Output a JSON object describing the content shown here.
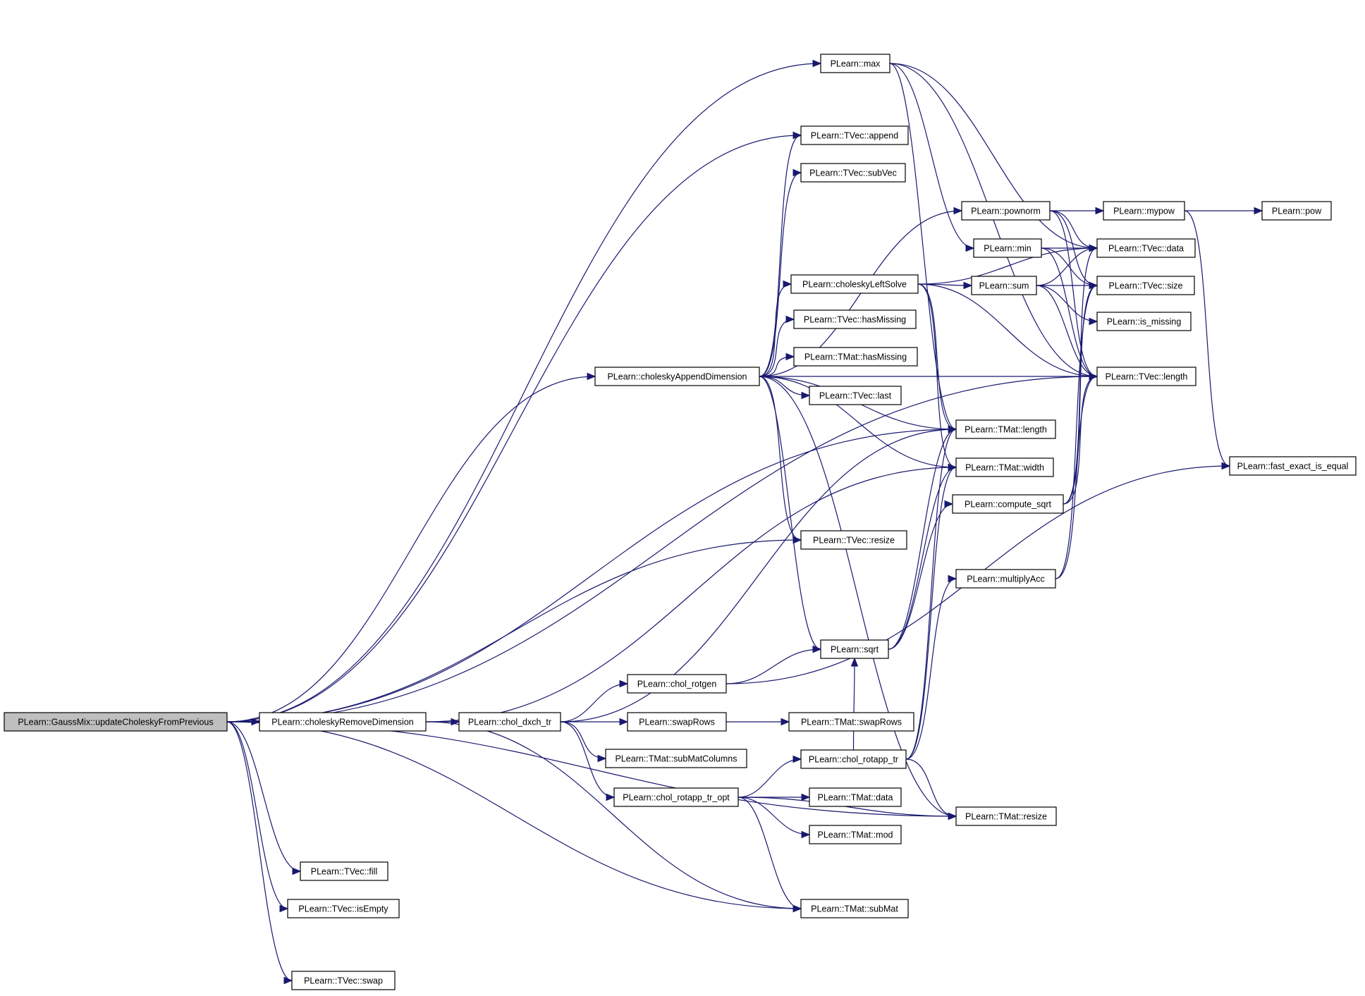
{
  "nodes": [
    {
      "id": "root",
      "label": "PLearn::GaussMix::updateCholeskyFromPrevious",
      "root": true
    },
    {
      "id": "max",
      "label": "PLearn::max"
    },
    {
      "id": "tvec_append",
      "label": "PLearn::TVec::append"
    },
    {
      "id": "tvec_subvec",
      "label": "PLearn::TVec::subVec"
    },
    {
      "id": "pownorm",
      "label": "PLearn::pownorm"
    },
    {
      "id": "mypow",
      "label": "PLearn::mypow"
    },
    {
      "id": "pow",
      "label": "PLearn::pow"
    },
    {
      "id": "min",
      "label": "PLearn::min"
    },
    {
      "id": "tvec_data",
      "label": "PLearn::TVec::data"
    },
    {
      "id": "chol_left_solve",
      "label": "PLearn::choleskyLeftSolve"
    },
    {
      "id": "sum",
      "label": "PLearn::sum"
    },
    {
      "id": "tvec_size",
      "label": "PLearn::TVec::size"
    },
    {
      "id": "tvec_hasmissing",
      "label": "PLearn::TVec::hasMissing"
    },
    {
      "id": "is_missing",
      "label": "PLearn::is_missing"
    },
    {
      "id": "tmat_hasmissing",
      "label": "PLearn::TMat::hasMissing"
    },
    {
      "id": "chol_append",
      "label": "PLearn::choleskyAppendDimension"
    },
    {
      "id": "tvec_length",
      "label": "PLearn::TVec::length"
    },
    {
      "id": "tvec_last",
      "label": "PLearn::TVec::last"
    },
    {
      "id": "tmat_length",
      "label": "PLearn::TMat::length"
    },
    {
      "id": "tmat_width",
      "label": "PLearn::TMat::width"
    },
    {
      "id": "fast_exact",
      "label": "PLearn::fast_exact_is_equal"
    },
    {
      "id": "compute_sqrt",
      "label": "PLearn::compute_sqrt"
    },
    {
      "id": "tvec_resize",
      "label": "PLearn::TVec::resize"
    },
    {
      "id": "multiplyacc",
      "label": "PLearn::multiplyAcc"
    },
    {
      "id": "sqrt",
      "label": "PLearn::sqrt"
    },
    {
      "id": "chol_rotgen",
      "label": "PLearn::chol_rotgen"
    },
    {
      "id": "chol_remove",
      "label": "PLearn::choleskyRemoveDimension"
    },
    {
      "id": "chol_dxch",
      "label": "PLearn::chol_dxch_tr"
    },
    {
      "id": "swaprows",
      "label": "PLearn::swapRows"
    },
    {
      "id": "tmat_swaprows",
      "label": "PLearn::TMat::swapRows"
    },
    {
      "id": "tmat_submatcols",
      "label": "PLearn::TMat::subMatColumns"
    },
    {
      "id": "chol_rotapp",
      "label": "PLearn::chol_rotapp_tr"
    },
    {
      "id": "chol_rotapp_opt",
      "label": "PLearn::chol_rotapp_tr_opt"
    },
    {
      "id": "tmat_data",
      "label": "PLearn::TMat::data"
    },
    {
      "id": "tmat_resize",
      "label": "PLearn::TMat::resize"
    },
    {
      "id": "tmat_mod",
      "label": "PLearn::TMat::mod"
    },
    {
      "id": "tvec_fill",
      "label": "PLearn::TVec::fill"
    },
    {
      "id": "tvec_isempty",
      "label": "PLearn::TVec::isEmpty"
    },
    {
      "id": "tmat_submat",
      "label": "PLearn::TMat::subMat"
    },
    {
      "id": "tvec_swap",
      "label": "PLearn::TVec::swap"
    }
  ],
  "edges": [
    [
      "root",
      "max"
    ],
    [
      "root",
      "tvec_length"
    ],
    [
      "root",
      "tvec_append"
    ],
    [
      "root",
      "chol_append"
    ],
    [
      "root",
      "tvec_resize"
    ],
    [
      "root",
      "tmat_length"
    ],
    [
      "root",
      "chol_remove"
    ],
    [
      "root",
      "tvec_fill"
    ],
    [
      "root",
      "tvec_isempty"
    ],
    [
      "root",
      "tmat_resize"
    ],
    [
      "root",
      "tvec_swap"
    ],
    [
      "root",
      "tmat_submat"
    ],
    [
      "max",
      "tvec_data"
    ],
    [
      "max",
      "min"
    ],
    [
      "max",
      "tmat_length"
    ],
    [
      "max",
      "tvec_length"
    ],
    [
      "chol_append",
      "tvec_append"
    ],
    [
      "chol_append",
      "tvec_subvec"
    ],
    [
      "chol_append",
      "pownorm"
    ],
    [
      "chol_append",
      "chol_left_solve"
    ],
    [
      "chol_append",
      "tvec_hasmissing"
    ],
    [
      "chol_append",
      "tmat_hasmissing"
    ],
    [
      "chol_append",
      "tvec_last"
    ],
    [
      "chol_append",
      "tmat_length"
    ],
    [
      "chol_append",
      "tmat_width"
    ],
    [
      "chol_append",
      "tvec_resize"
    ],
    [
      "chol_append",
      "sqrt"
    ],
    [
      "chol_append",
      "tmat_resize"
    ],
    [
      "chol_append",
      "tvec_length"
    ],
    [
      "pownorm",
      "mypow"
    ],
    [
      "pownorm",
      "tvec_data"
    ],
    [
      "pownorm",
      "tvec_size"
    ],
    [
      "pownorm",
      "tvec_length"
    ],
    [
      "mypow",
      "pow"
    ],
    [
      "mypow",
      "fast_exact"
    ],
    [
      "min",
      "tvec_data"
    ],
    [
      "min",
      "tvec_size"
    ],
    [
      "min",
      "tvec_length"
    ],
    [
      "chol_left_solve",
      "sum"
    ],
    [
      "chol_left_solve",
      "tvec_data"
    ],
    [
      "chol_left_solve",
      "tmat_length"
    ],
    [
      "chol_left_solve",
      "tmat_width"
    ],
    [
      "chol_left_solve",
      "tvec_length"
    ],
    [
      "sum",
      "tvec_data"
    ],
    [
      "sum",
      "tvec_size"
    ],
    [
      "sum",
      "is_missing"
    ],
    [
      "sum",
      "tvec_length"
    ],
    [
      "compute_sqrt",
      "tvec_data"
    ],
    [
      "compute_sqrt",
      "tvec_size"
    ],
    [
      "compute_sqrt",
      "tvec_length"
    ],
    [
      "multiplyacc",
      "tvec_size"
    ],
    [
      "multiplyacc",
      "tvec_length"
    ],
    [
      "sqrt",
      "compute_sqrt"
    ],
    [
      "sqrt",
      "tmat_length"
    ],
    [
      "sqrt",
      "tmat_width"
    ],
    [
      "chol_remove",
      "chol_dxch"
    ],
    [
      "chol_remove",
      "tmat_width"
    ],
    [
      "chol_remove",
      "tmat_submat"
    ],
    [
      "chol_dxch",
      "chol_rotgen"
    ],
    [
      "chol_dxch",
      "swaprows"
    ],
    [
      "chol_dxch",
      "tmat_submatcols"
    ],
    [
      "chol_dxch",
      "chol_rotapp_opt"
    ],
    [
      "chol_dxch",
      "tmat_length"
    ],
    [
      "chol_rotgen",
      "sqrt"
    ],
    [
      "chol_rotgen",
      "fast_exact"
    ],
    [
      "swaprows",
      "tmat_swaprows"
    ],
    [
      "chol_rotapp",
      "multiplyacc"
    ],
    [
      "chol_rotapp",
      "tmat_resize"
    ],
    [
      "chol_rotapp",
      "sqrt"
    ],
    [
      "chol_rotapp",
      "tmat_length"
    ],
    [
      "chol_rotapp",
      "tmat_width"
    ],
    [
      "chol_rotapp_opt",
      "chol_rotapp"
    ],
    [
      "chol_rotapp_opt",
      "tmat_data"
    ],
    [
      "chol_rotapp_opt",
      "tmat_mod"
    ],
    [
      "chol_rotapp_opt",
      "tmat_submat"
    ],
    [
      "chol_rotapp_opt",
      "tmat_resize"
    ]
  ]
}
